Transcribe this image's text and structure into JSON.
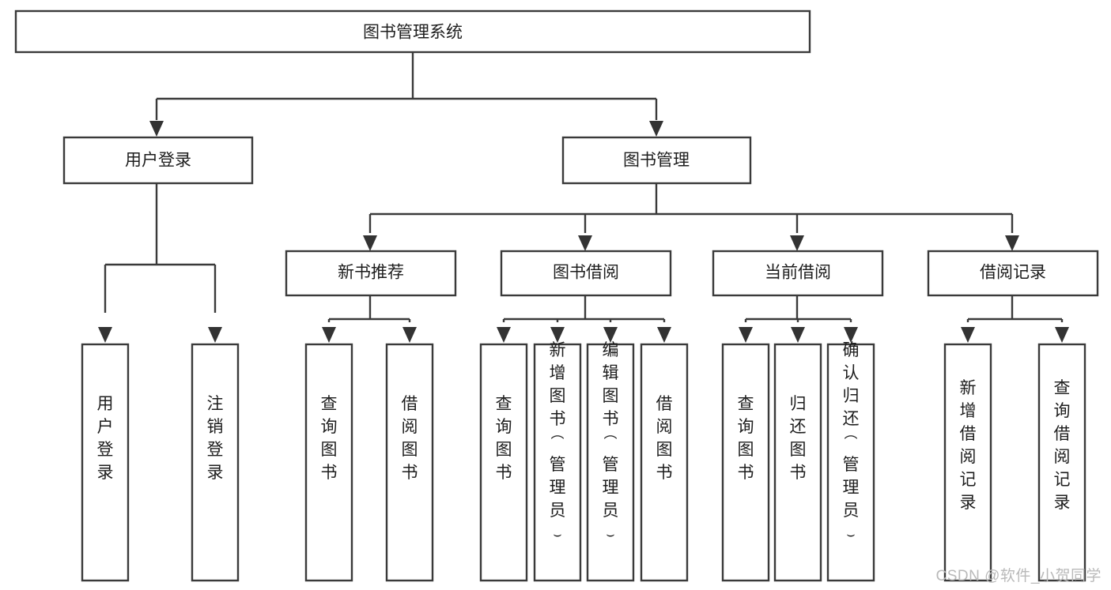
{
  "diagram": {
    "type": "tree",
    "title": "图书管理系统",
    "watermark": "CSDN @软件_小贺同学",
    "colors": {
      "box_stroke": "#3a3a3a",
      "box_fill": "#ffffff",
      "connector": "#3a3a3a",
      "text": "#1d1d1d",
      "watermark": "#b9b9b9",
      "background": "#ffffff"
    },
    "root": {
      "label": "图书管理系统",
      "orientation": "horizontal"
    },
    "level1": [
      {
        "label": "用户登录",
        "orientation": "horizontal"
      },
      {
        "label": "图书管理",
        "orientation": "horizontal"
      }
    ],
    "level2": [
      {
        "label": "新书推荐",
        "orientation": "horizontal",
        "parent": "图书管理"
      },
      {
        "label": "图书借阅",
        "orientation": "horizontal",
        "parent": "图书管理"
      },
      {
        "label": "当前借阅",
        "orientation": "horizontal",
        "parent": "图书管理"
      },
      {
        "label": "借阅记录",
        "orientation": "horizontal",
        "parent": "图书管理"
      }
    ],
    "leaves": {
      "user_login": [
        {
          "label": "用户登录",
          "orientation": "vertical"
        },
        {
          "label": "注销登录",
          "orientation": "vertical"
        }
      ],
      "new_book_recommend": [
        {
          "label": "查询图书",
          "orientation": "vertical"
        },
        {
          "label": "借阅图书",
          "orientation": "vertical"
        }
      ],
      "book_borrow": [
        {
          "label": "查询图书",
          "orientation": "vertical"
        },
        {
          "label": "新增图书（管理员）",
          "orientation": "vertical"
        },
        {
          "label": "编辑图书（管理员）",
          "orientation": "vertical"
        },
        {
          "label": "借阅图书",
          "orientation": "vertical"
        }
      ],
      "current_borrow": [
        {
          "label": "查询图书",
          "orientation": "vertical"
        },
        {
          "label": "归还图书",
          "orientation": "vertical"
        },
        {
          "label": "确认归还（管理员）",
          "orientation": "vertical"
        }
      ],
      "borrow_record": [
        {
          "label": "新增借阅记录",
          "orientation": "vertical"
        },
        {
          "label": "查询借阅记录",
          "orientation": "vertical"
        }
      ]
    }
  }
}
